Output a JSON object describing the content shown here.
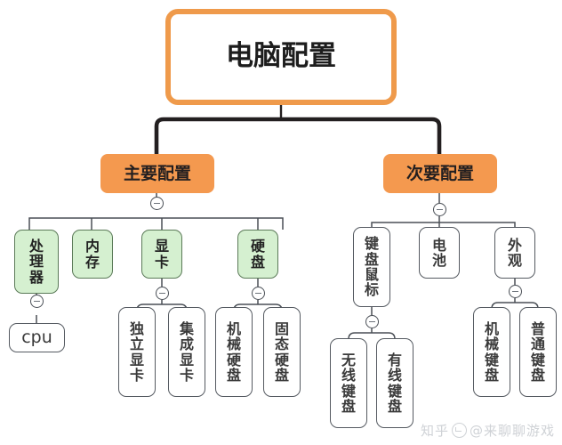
{
  "diagram": {
    "title": "电脑配置",
    "type": "mindmap",
    "background": "#ffffff",
    "colors": {
      "root_border": "#ef9a4b",
      "root_fill": "#ffffff",
      "level2_fill": "#f4994f",
      "level3_fill": "#d5f0d0",
      "level3_border": "#5b7a58",
      "plain_fill": "#ffffff",
      "plain_border": "#555a61",
      "trunk_line": "#231f20",
      "thin_line": "#4a4f56"
    },
    "root": {
      "label": "电脑配置"
    },
    "branches": [
      {
        "id": "main",
        "label": "主要配置",
        "children": [
          {
            "id": "cpu",
            "label": "处理器",
            "children": [
              {
                "id": "cpu-sub",
                "label": "cpu"
              }
            ]
          },
          {
            "id": "ram",
            "label": "内存",
            "children": []
          },
          {
            "id": "gpu",
            "label": "显卡",
            "children": [
              {
                "id": "gpu-d",
                "label": "独立显卡"
              },
              {
                "id": "gpu-i",
                "label": "集成显卡"
              }
            ]
          },
          {
            "id": "disk",
            "label": "硬盘",
            "children": [
              {
                "id": "hdd",
                "label": "机械硬盘"
              },
              {
                "id": "ssd",
                "label": "固态硬盘"
              }
            ]
          }
        ]
      },
      {
        "id": "secondary",
        "label": "次要配置",
        "children": [
          {
            "id": "km",
            "label": "键盘鼠标",
            "children": [
              {
                "id": "kb-wireless",
                "label": "无线键盘"
              },
              {
                "id": "kb-wired",
                "label": "有线键盘"
              }
            ]
          },
          {
            "id": "batt",
            "label": "电池",
            "children": []
          },
          {
            "id": "look",
            "label": "外观",
            "children": [
              {
                "id": "kb-mech",
                "label": "机械键盘"
              },
              {
                "id": "kb-normal",
                "label": "普通键盘"
              }
            ]
          }
        ]
      }
    ],
    "toggles_label": "−",
    "watermark": {
      "site": "知乎",
      "handle": "@来聊聊游戏"
    }
  }
}
